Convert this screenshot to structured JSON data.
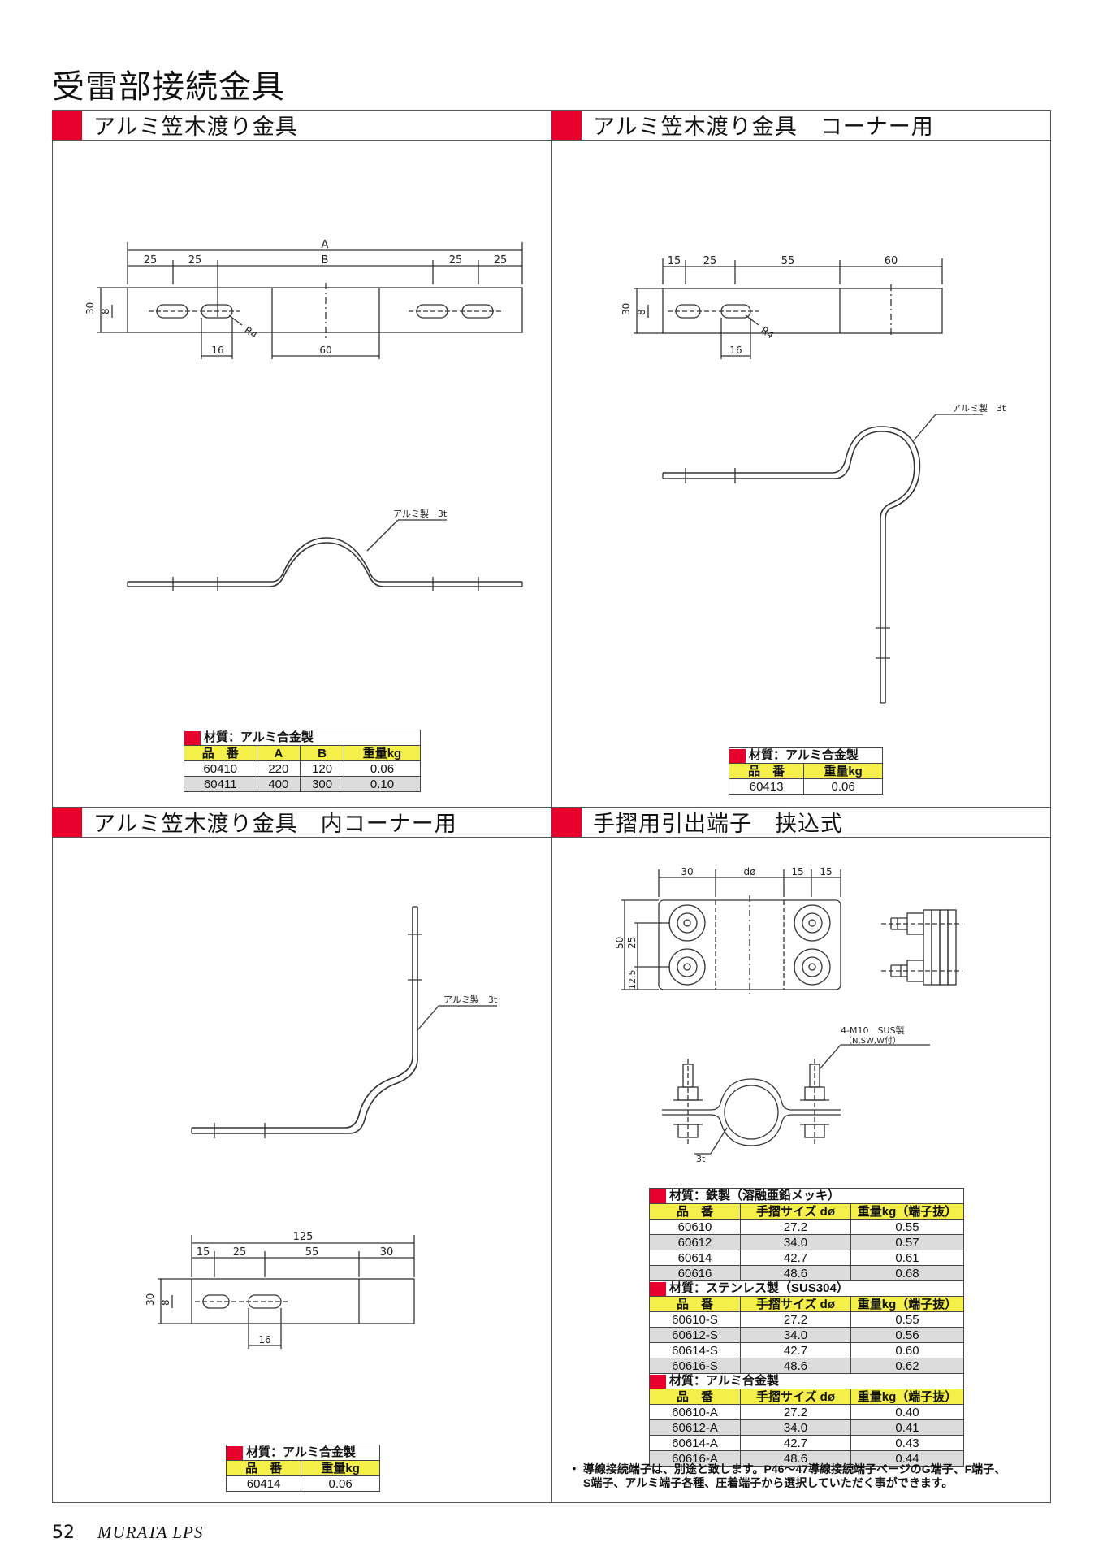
{
  "page_title": "受雷部接続金具",
  "sections": [
    {
      "title": "アルミ笠木渡り金具"
    },
    {
      "title": "アルミ笠木渡り金具　コーナー用"
    },
    {
      "title": "アルミ笠木渡り金具　内コーナー用"
    },
    {
      "title": "手摺用引出端子　挟込式"
    }
  ],
  "drawing1": {
    "A": "A",
    "B": "B",
    "d25a": "25",
    "d25b": "25",
    "d25c": "25",
    "d25d": "25",
    "d30": "30",
    "d8": "8",
    "r4": "R4",
    "d16": "16",
    "d60": "60",
    "material": "アルミ製　3t"
  },
  "drawing2": {
    "d15": "15",
    "d25": "25",
    "d55": "55",
    "d60": "60",
    "d30": "30",
    "d8": "8",
    "r4": "R4",
    "d16": "16",
    "material": "アルミ製　3t"
  },
  "drawing3": {
    "d125": "125",
    "d15": "15",
    "d25": "25",
    "d55": "55",
    "d30a": "30",
    "d30": "30",
    "d8": "8",
    "d16": "16",
    "material": "アルミ製　3t"
  },
  "drawing4": {
    "d30": "30",
    "dphi": "dø",
    "d15a": "15",
    "d15b": "15",
    "d50": "50",
    "d25": "25",
    "d125": "12.5",
    "bolt": "4-M10　SUS製",
    "bolt2": "（N,SW,W付）",
    "d3t": "3t"
  },
  "table1": {
    "material": "材質：アルミ合金製",
    "headers": [
      "品　番",
      "A",
      "B",
      "重量kg"
    ],
    "rows": [
      [
        "60410",
        "220",
        "120",
        "0.06"
      ],
      [
        "60411",
        "400",
        "300",
        "0.10"
      ]
    ]
  },
  "table2": {
    "material": "材質：アルミ合金製",
    "headers": [
      "品　番",
      "重量kg"
    ],
    "rows": [
      [
        "60413",
        "0.06"
      ]
    ]
  },
  "table3": {
    "material": "材質：アルミ合金製",
    "headers": [
      "品　番",
      "重量kg"
    ],
    "rows": [
      [
        "60414",
        "0.06"
      ]
    ]
  },
  "table4": {
    "groups": [
      {
        "material": "材質：鉄製（溶融亜鉛メッキ）",
        "headers": [
          "品　番",
          "手摺サイズ dø",
          "重量kg（端子抜）"
        ],
        "rows": [
          [
            "60610",
            "27.2",
            "0.55"
          ],
          [
            "60612",
            "34.0",
            "0.57"
          ],
          [
            "60614",
            "42.7",
            "0.61"
          ],
          [
            "60616",
            "48.6",
            "0.68"
          ]
        ]
      },
      {
        "material": "材質：ステンレス製（SUS304）",
        "headers": [
          "品　番",
          "手摺サイズ dø",
          "重量kg（端子抜）"
        ],
        "rows": [
          [
            "60610-S",
            "27.2",
            "0.55"
          ],
          [
            "60612-S",
            "34.0",
            "0.56"
          ],
          [
            "60614-S",
            "42.7",
            "0.60"
          ],
          [
            "60616-S",
            "48.6",
            "0.62"
          ]
        ]
      },
      {
        "material": "材質：アルミ合金製",
        "headers": [
          "品　番",
          "手摺サイズ dø",
          "重量kg（端子抜）"
        ],
        "rows": [
          [
            "60610-A",
            "27.2",
            "0.40"
          ],
          [
            "60612-A",
            "34.0",
            "0.41"
          ],
          [
            "60614-A",
            "42.7",
            "0.43"
          ],
          [
            "60616-A",
            "48.6",
            "0.44"
          ]
        ]
      }
    ]
  },
  "note": {
    "line1": "・ 導線接続端子は、別途と致します。P46〜47導線接続端子ページのG端子、F端子、",
    "line2": "S端子、アルミ端子各種、圧着端子から選択していただく事ができます。"
  },
  "footer": {
    "page_number": "52",
    "brand": "MURATA LPS"
  }
}
